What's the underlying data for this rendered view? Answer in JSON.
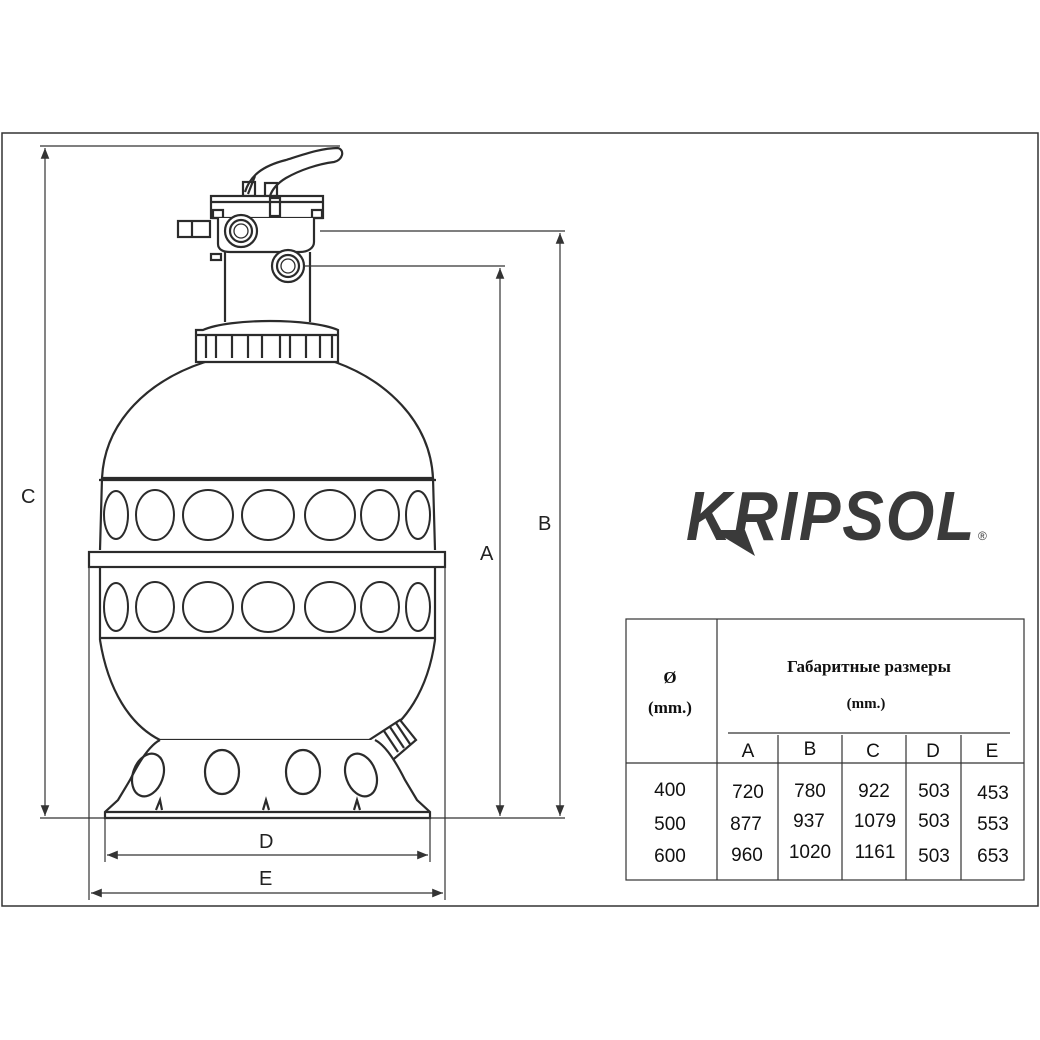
{
  "brand": {
    "logo_text": "KRIPSOL",
    "registered_mark": "®"
  },
  "dimension_labels": {
    "a": "A",
    "b": "B",
    "c": "C",
    "d": "D",
    "e": "E"
  },
  "table": {
    "diameter_header_symbol": "Ø",
    "diameter_header_unit": "(mm.)",
    "group_title": "Габаритные размеры",
    "group_unit": "(mm.)",
    "columns": [
      "A",
      "B",
      "C",
      "D",
      "E"
    ],
    "rows": [
      {
        "diameter": "400",
        "values": [
          "720",
          "780",
          "922",
          "503",
          "453"
        ]
      },
      {
        "diameter": "500",
        "values": [
          "877",
          "937",
          "1079",
          "503",
          "553"
        ]
      },
      {
        "diameter": "600",
        "values": [
          "960",
          "1020",
          "1161",
          "503",
          "653"
        ]
      }
    ]
  },
  "colors": {
    "line": "#2b2b2b",
    "dim_line": "#333333",
    "logo": "#3a3a3a"
  }
}
